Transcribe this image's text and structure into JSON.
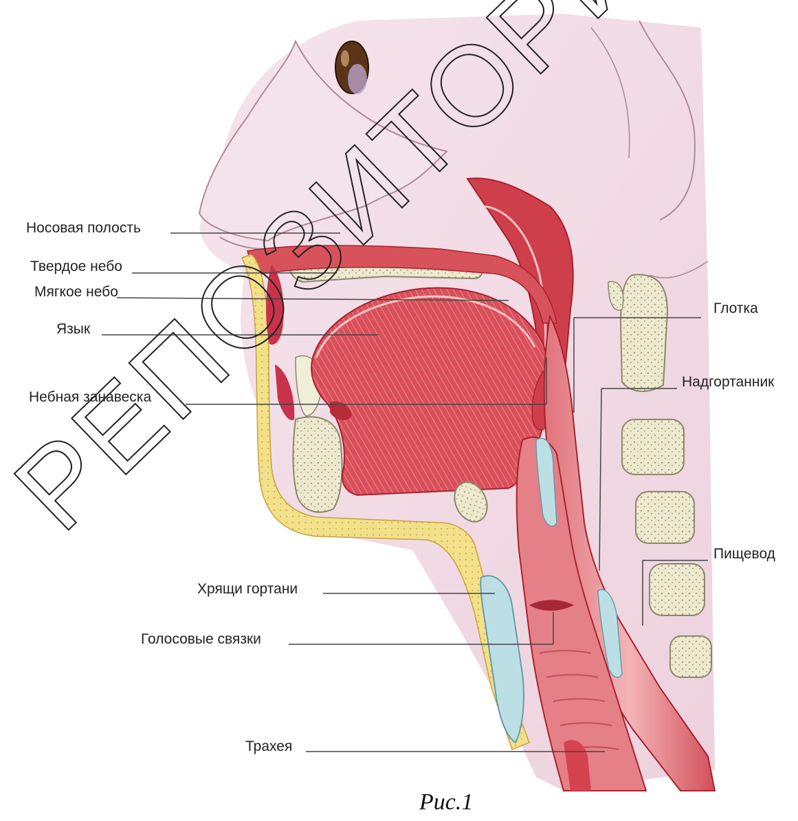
{
  "figure": {
    "caption": "Рис.1",
    "watermark": "РЕПОЗИТОРИЙ БГ"
  },
  "labels": {
    "nasal_cavity": "Носовая полость",
    "hard_palate": "Твердое небо",
    "soft_palate": "Мягкое небо",
    "tongue": "Язык",
    "palatine_curtain": "Небная занавеска",
    "pharynx": "Глотка",
    "epiglottis": "Надгортанник",
    "esophagus": "Пищевод",
    "laryngeal_cartilage": "Хрящи гортани",
    "vocal_cords": "Голосовые связки",
    "trachea": "Трахея"
  },
  "colors": {
    "skin": "#f2dde6",
    "skin_outline": "#b08a98",
    "muscle": "#d9505a",
    "muscle_dark": "#b8303c",
    "fat": "#f3e08a",
    "bone": "#ece9cf",
    "cartilage": "#bcdfe6",
    "label_line": "#444444"
  }
}
